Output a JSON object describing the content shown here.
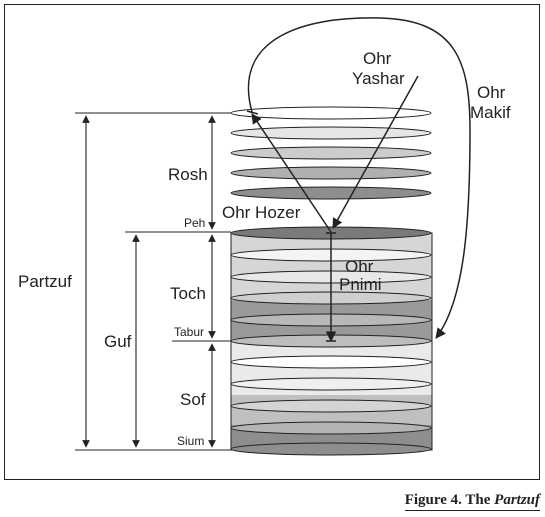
{
  "labels": {
    "ohr_yashar_1": "Ohr",
    "ohr_yashar_2": "Yashar",
    "ohr_makif_1": "Ohr",
    "ohr_makif_2": "Makif",
    "ohr_hozer": "Ohr Hozer",
    "ohr_pnimi_1": "Ohr",
    "ohr_pnimi_2": "Pnimi",
    "rosh": "Rosh",
    "toch": "Toch",
    "sof": "Sof",
    "partzuf": "Partzuf",
    "guf": "Guf",
    "peh": "Peh",
    "tabur": "Tabur",
    "sium": "Sium"
  },
  "caption": {
    "prefix": "Figure 4. The ",
    "emph": "Partzuf"
  },
  "colors": {
    "rosh_discs": [
      "#ffffff",
      "#e6e6e6",
      "#cccccc",
      "#b0b0b0",
      "#8e8e8e"
    ],
    "toch_band": "#c9c9c9",
    "toch_lower_band": "#9a9a9a",
    "sof_top": "#f0f0f0",
    "sof_mid": "#d0d0d0",
    "sof_low": "#a0a0a0"
  }
}
